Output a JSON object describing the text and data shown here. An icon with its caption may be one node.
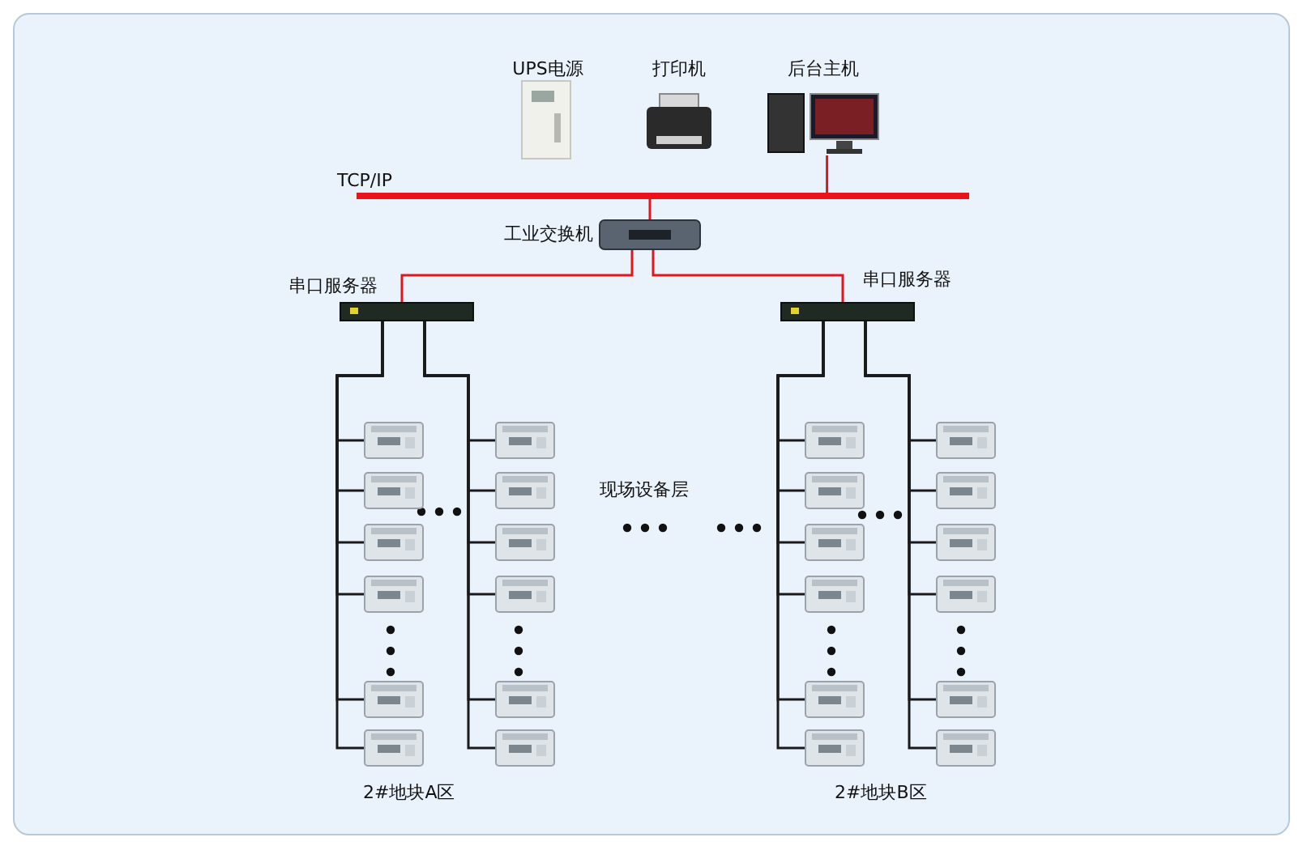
{
  "diagram": {
    "nodes": [
      {
        "text": [
          "UPS电源"
        ]
      },
      {
        "text": [
          "打印机"
        ]
      },
      {
        "text": [
          "后台主机"
        ]
      },
      {
        "text": [],
        "shape": "bar",
        "beside": [
          "TCP/IP"
        ]
      },
      {
        "text": [
          "工业交换机"
        ]
      },
      {
        "text": [
          "串口服务器"
        ]
      },
      {
        "text": [
          "串口服务器"
        ]
      },
      {
        "text": [],
        "shape": "picture"
      },
      {
        "text": [],
        "shape": "picture"
      },
      {
        "text": [],
        "shape": "picture"
      },
      {
        "text": [],
        "shape": "picture"
      },
      {
        "text": [],
        "shape": "picture"
      },
      {
        "text": [],
        "shape": "picture"
      },
      {
        "text": [],
        "shape": "picture"
      },
      {
        "text": [],
        "shape": "picture"
      },
      {
        "text": [],
        "shape": "picture"
      },
      {
        "text": [],
        "shape": "picture"
      },
      {
        "text": [],
        "shape": "picture"
      },
      {
        "text": [],
        "shape": "picture"
      },
      {
        "text": [],
        "shape": "picture"
      },
      {
        "text": [],
        "shape": "picture"
      },
      {
        "text": [],
        "shape": "picture"
      },
      {
        "text": [],
        "shape": "picture"
      },
      {
        "text": [],
        "shape": "picture"
      },
      {
        "text": [],
        "shape": "picture"
      },
      {
        "text": [],
        "shape": "picture"
      },
      {
        "text": [],
        "shape": "picture"
      },
      {
        "text": [],
        "shape": "picture"
      },
      {
        "text": [],
        "shape": "picture"
      },
      {
        "text": [],
        "shape": "picture"
      },
      {
        "text": [],
        "shape": "picture"
      }
    ],
    "edges": [
      {
        "from": 2,
        "to": 3,
        "arrow": "none",
        "color": "#e8141b"
      },
      {
        "from": 3,
        "to": 4,
        "arrow": "none",
        "color": "#e8141b"
      },
      {
        "from": 4,
        "to": 5,
        "arrow": "none",
        "color": "#e8141b"
      },
      {
        "from": 4,
        "to": 6,
        "arrow": "none",
        "color": "#e8141b"
      },
      {
        "from": 5,
        "to": 7,
        "arrow": "none"
      },
      {
        "from": 5,
        "to": 8,
        "arrow": "none"
      },
      {
        "from": 5,
        "to": 9,
        "arrow": "none"
      },
      {
        "from": 5,
        "to": 10,
        "arrow": "none"
      },
      {
        "from": 5,
        "to": 11,
        "arrow": "none"
      },
      {
        "from": 5,
        "to": 12,
        "arrow": "none"
      },
      {
        "from": 5,
        "to": 13,
        "arrow": "none"
      },
      {
        "from": 5,
        "to": 14,
        "arrow": "none"
      },
      {
        "from": 5,
        "to": 15,
        "arrow": "none"
      },
      {
        "from": 5,
        "to": 16,
        "arrow": "none"
      },
      {
        "from": 5,
        "to": 17,
        "arrow": "none"
      },
      {
        "from": 5,
        "to": 18,
        "arrow": "none"
      },
      {
        "from": 6,
        "to": 19,
        "arrow": "none"
      },
      {
        "from": 6,
        "to": 20,
        "arrow": "none"
      },
      {
        "from": 6,
        "to": 21,
        "arrow": "none"
      },
      {
        "from": 6,
        "to": 22,
        "arrow": "none"
      },
      {
        "from": 6,
        "to": 23,
        "arrow": "none"
      },
      {
        "from": 6,
        "to": 24,
        "arrow": "none"
      },
      {
        "from": 6,
        "to": 25,
        "arrow": "none"
      },
      {
        "from": 6,
        "to": 26,
        "arrow": "none"
      },
      {
        "from": 6,
        "to": 27,
        "arrow": "none"
      },
      {
        "from": 6,
        "to": 28,
        "arrow": "none"
      },
      {
        "from": 6,
        "to": 29,
        "arrow": "none"
      },
      {
        "from": 6,
        "to": 30,
        "arrow": "none"
      }
    ],
    "labels": [
      "现场设备层",
      "2#地块A区",
      "2#地块B区"
    ]
  }
}
